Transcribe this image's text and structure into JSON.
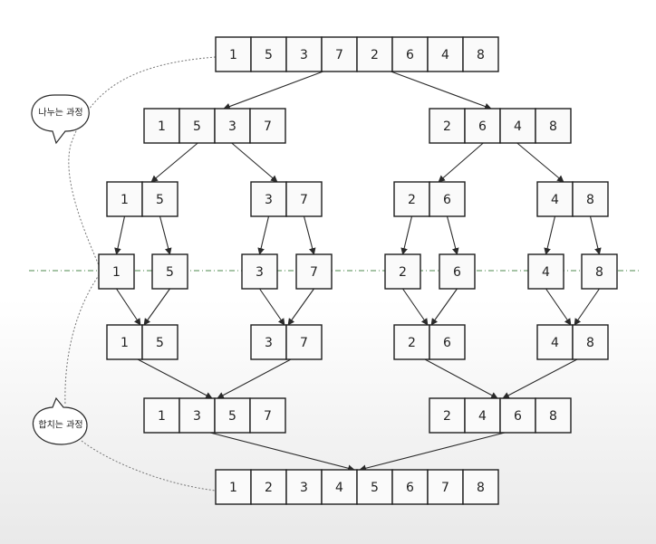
{
  "labels": {
    "divide": "나누는 과정",
    "merge": "합치는 과정"
  },
  "rows": [
    [
      [
        1,
        5,
        3,
        7,
        2,
        6,
        4,
        8
      ]
    ],
    [
      [
        1,
        5,
        3,
        7
      ],
      [
        2,
        6,
        4,
        8
      ]
    ],
    [
      [
        1,
        5
      ],
      [
        3,
        7
      ],
      [
        2,
        6
      ],
      [
        4,
        8
      ]
    ],
    [
      [
        1
      ],
      [
        5
      ],
      [
        3
      ],
      [
        7
      ],
      [
        2
      ],
      [
        6
      ],
      [
        4
      ],
      [
        8
      ]
    ],
    [
      [
        1,
        5
      ],
      [
        3,
        7
      ],
      [
        2,
        6
      ],
      [
        4,
        8
      ]
    ],
    [
      [
        1,
        3,
        5,
        7
      ],
      [
        2,
        4,
        6,
        8
      ]
    ],
    [
      [
        1,
        2,
        3,
        4,
        5,
        6,
        7,
        8
      ]
    ]
  ],
  "colors": {
    "divider": "#4d8a4d",
    "cell_border": "#1e1e1e"
  }
}
